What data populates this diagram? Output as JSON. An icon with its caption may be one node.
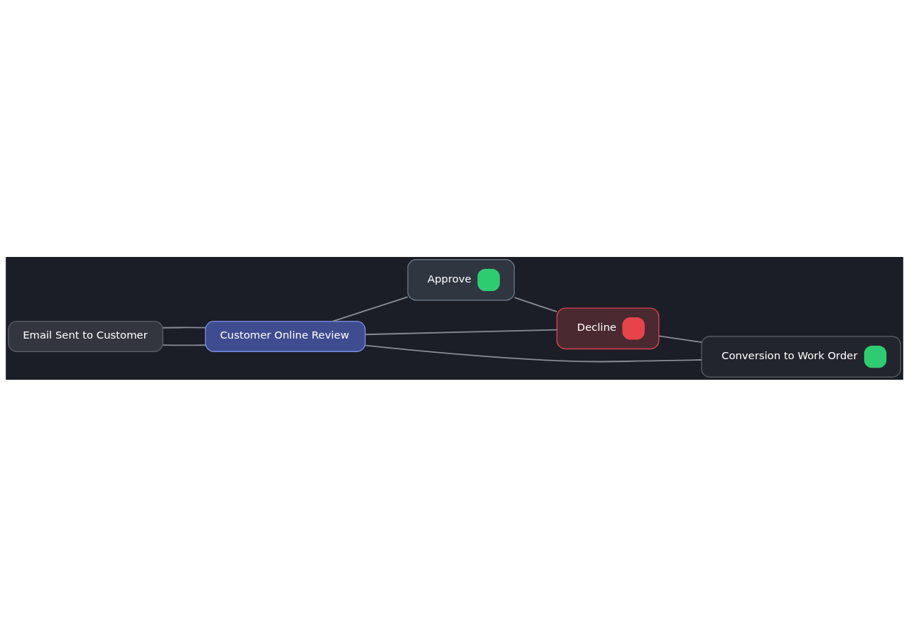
{
  "diagram": {
    "nodes": [
      {
        "text": [
          "Email Sent to Customer"
        ]
      },
      {
        "text": [
          "Customer Online Review"
        ]
      },
      {
        "text": [
          "Approve"
        ]
      },
      {
        "text": [
          "Decline"
        ]
      },
      {
        "text": [
          "Conversion to Work Order"
        ]
      }
    ],
    "edges": [
      {
        "from": 0,
        "to": 1,
        "arrow": "none"
      },
      {
        "from": 0,
        "to": 1,
        "arrow": "none"
      },
      {
        "from": 1,
        "to": 2,
        "arrow": "none"
      },
      {
        "from": 1,
        "to": 3,
        "arrow": "none"
      },
      {
        "from": 2,
        "to": 3,
        "arrow": "none"
      },
      {
        "from": 3,
        "to": 4,
        "arrow": "none"
      },
      {
        "from": 1,
        "to": 4,
        "arrow": "none"
      }
    ]
  }
}
